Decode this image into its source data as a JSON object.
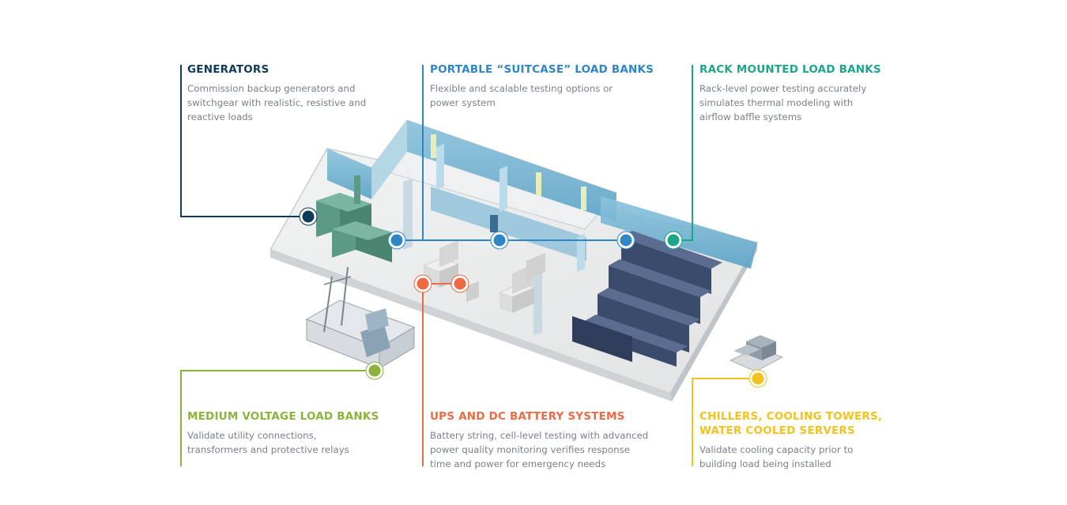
{
  "colors": {
    "generators": "#0e3b5c",
    "portable": "#2f86c4",
    "rack": "#1fa58a",
    "medium_voltage": "#8ab43a",
    "ups": "#ee6a45",
    "chillers": "#f2c21e"
  },
  "callouts": {
    "generators": {
      "title": "GENERATORS",
      "lines": [
        "Commission backup generators and",
        "switchgear with realistic, resistive and",
        "reactive loads"
      ]
    },
    "portable": {
      "title": "PORTABLE “SUITCASE” LOAD BANKS",
      "lines": [
        "Flexible and scalable testing options or",
        "power system"
      ]
    },
    "rack": {
      "title": "RACK MOUNTED LOAD BANKS",
      "lines": [
        "Rack-level power testing accurately",
        "simulates thermal modeling with",
        "airflow baffle systems"
      ]
    },
    "medium_voltage": {
      "title": "MEDIUM VOLTAGE LOAD BANKS",
      "lines": [
        "Validate utility connections,",
        "transformers and protective relays"
      ]
    },
    "ups": {
      "title": "UPS AND DC BATTERY SYSTEMS",
      "lines": [
        "Battery string, cell-level testing with advanced",
        "power quality monitoring verifies response",
        "time and power for emergency needs"
      ]
    },
    "chillers": {
      "title_lines": [
        "CHILLERS, COOLING TOWERS,",
        "WATER COOLED SERVERS"
      ],
      "lines": [
        "Validate cooling capacity prior to",
        "building load being installed"
      ]
    }
  }
}
